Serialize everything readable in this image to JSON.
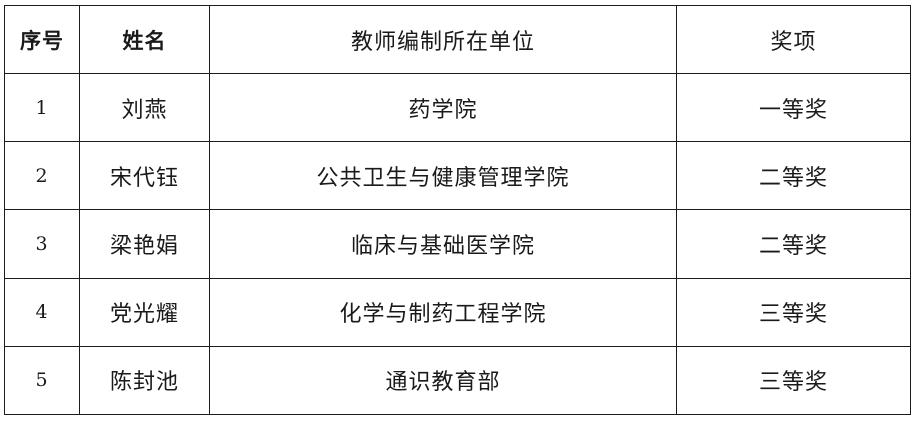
{
  "table": {
    "headers": {
      "index": "序号",
      "name": "姓名",
      "unit": "教师编制所在单位",
      "award": "奖项"
    },
    "rows": [
      {
        "index": "1",
        "name": "刘燕",
        "unit": "药学院",
        "award": "一等奖"
      },
      {
        "index": "2",
        "name": "宋代钰",
        "unit": "公共卫生与健康管理学院",
        "award": "二等奖"
      },
      {
        "index": "3",
        "name": "梁艳娟",
        "unit": "临床与基础医学院",
        "award": "二等奖"
      },
      {
        "index": "4",
        "name": "党光耀",
        "unit": "化学与制药工程学院",
        "award": "三等奖"
      },
      {
        "index": "5",
        "name": "陈封池",
        "unit": "通识教育部",
        "award": "三等奖"
      }
    ]
  },
  "colors": {
    "border": "#1c1c1c",
    "text": "#1a1a1a",
    "background": "#ffffff"
  }
}
